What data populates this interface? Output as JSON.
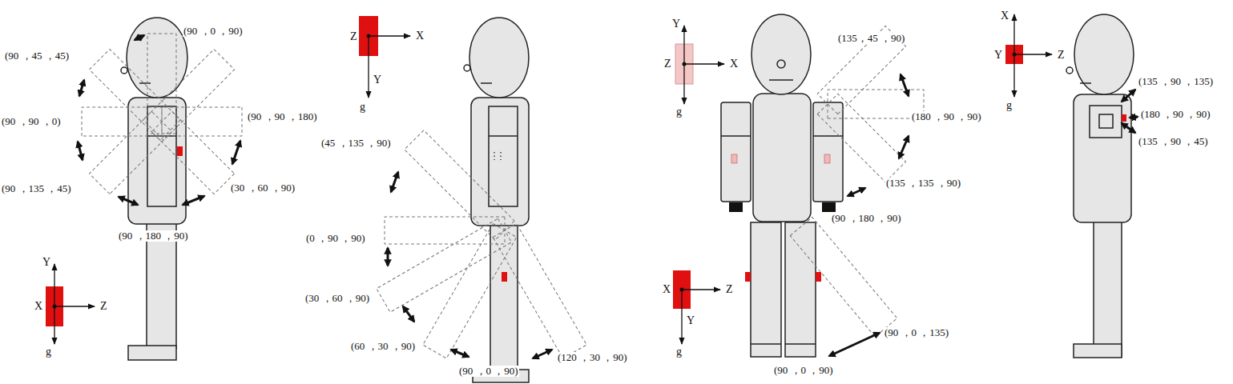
{
  "diagram": {
    "labels": [
      "(90 ，0 ，90)",
      "(90 ，45 ，45)",
      "(90 ，90 ，0)",
      "(90 ，90 ，180)",
      "(90 ，135 ，45)",
      "(30 ，60 ，90)",
      "(90 ，180 ，90)",
      "Y",
      "X",
      "Z",
      "g",
      "Z",
      "X",
      "Y",
      "g",
      "(45 ，135 ，90)",
      "(0 ，90 ，90)",
      "(30 ，60 ，90)",
      "(60 ，30 ，90)",
      "(90 ，0 ，90)",
      "(120 ，30 ，90)",
      "Y",
      "Z",
      "X",
      "g",
      "(135，45 ，90)",
      "(180 ，90 ，90)",
      "(135 ，135 ，90)",
      "(90 ，180 ，90)",
      "X",
      "Z",
      "Y",
      "g",
      "(90 ，0 ，135)",
      "(90 ，0 ，90)",
      "X",
      "Y",
      "Z",
      "g",
      "(135 ，90 ，135)",
      "(180 ，90 ，90)",
      "(135 ，90 ，45)"
    ]
  }
}
